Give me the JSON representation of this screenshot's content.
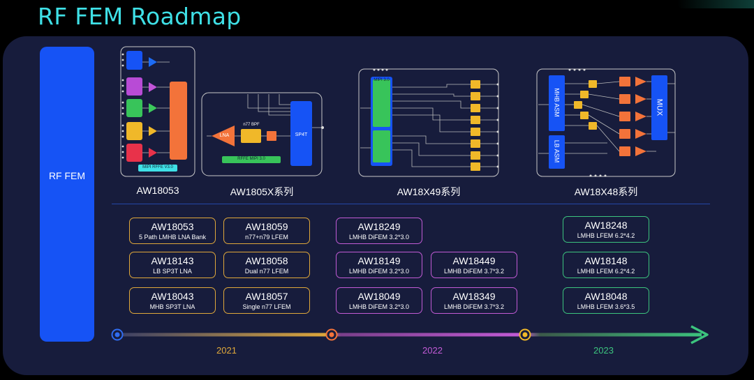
{
  "title": "RF FEM Roadmap",
  "side_label": "RF FEM",
  "chips": [
    {
      "name": "AW18053"
    },
    {
      "name": "AW1805X系列"
    },
    {
      "name": "AW18X49系列"
    },
    {
      "name": "AW18X48系列"
    }
  ],
  "chip_inner": {
    "mipi_rffe_v3": "MIPI RFFE V3.0",
    "lna": "LNA",
    "n77_bpf": "n77 BPF",
    "sp4t": "SP4T",
    "rffe_mipi_3": "RFFE MIPI 3.0",
    "mipi_3": "MIPI 3.0",
    "mhb_asm": "MHB ASM",
    "lb_asm": "LB ASM",
    "mux": "MUX"
  },
  "cards_2021": [
    {
      "pn": "AW18053",
      "desc": "5 Path LMHB LNA Bank"
    },
    {
      "pn": "AW18059",
      "desc": "n77+n79 LFEM"
    },
    {
      "pn": "AW18143",
      "desc": "LB SP3T LNA"
    },
    {
      "pn": "AW18058",
      "desc": "Dual n77 LFEM"
    },
    {
      "pn": "AW18043",
      "desc": "MHB SP3T LNA"
    },
    {
      "pn": "AW18057",
      "desc": "Single n77 LFEM"
    }
  ],
  "cards_2022": [
    {
      "pn": "AW18249",
      "desc": "LMHB DiFEM 3.2*3.0"
    },
    {
      "pn": "AW18149",
      "desc": "LMHB DiFEM 3.2*3.0"
    },
    {
      "pn": "AW18449",
      "desc": "LMHB DiFEM 3.7*3.2"
    },
    {
      "pn": "AW18049",
      "desc": "LMHB DiFEM 3.2*3.0"
    },
    {
      "pn": "AW18349",
      "desc": "LMHB DiFEM 3.7*3.2"
    }
  ],
  "cards_2023": [
    {
      "pn": "AW18248",
      "desc": "LMHB LFEM 6.2*4.2"
    },
    {
      "pn": "AW18148",
      "desc": "LMHB LFEM 6.2*4.2"
    },
    {
      "pn": "AW18048",
      "desc": "LMHB LFEM 3.6*3.5"
    }
  ],
  "timeline": {
    "years": [
      "2021",
      "2022",
      "2023"
    ],
    "colors": {
      "y2021": "#e0a83a",
      "y2022": "#c25bd6",
      "y2023": "#3cc47e",
      "start": "#2f6cf0"
    }
  }
}
